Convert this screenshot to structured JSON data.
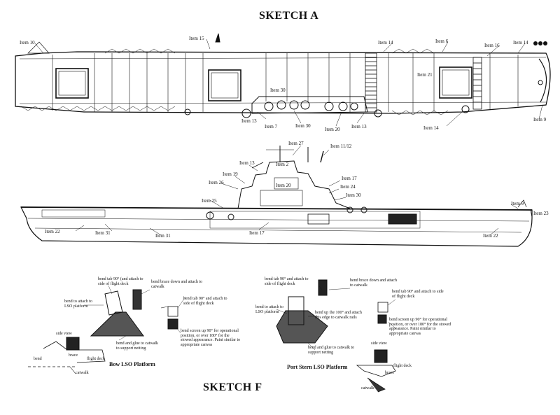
{
  "titles": {
    "top": "SKETCH A",
    "bottom": "SKETCH F"
  },
  "plan_labels": {
    "item10": "Item 10",
    "item15": "Item 15",
    "item14a": "Item 14",
    "item6": "Item 6",
    "item16": "Item 16",
    "item14b": "Item 14",
    "item21": "Item 21",
    "item30a": "Item 30",
    "item13a": "Item 13",
    "item7": "Item 7",
    "item30b": "Item 30",
    "item20": "Item 20",
    "item13b": "Item 13",
    "item14c": "Item 14",
    "item9": "Item 9"
  },
  "profile_labels": {
    "item27": "Item 27",
    "item1112": "Item 11/12",
    "item13": "Item 13",
    "item2": "Item 2",
    "item19": "Item 19",
    "item17": "Item 17",
    "item26": "Item 26",
    "item20": "Item 20",
    "item24": "Item 24",
    "item30": "Item 30",
    "item25": "Item 25",
    "item9": "Item 9",
    "item23": "Item 23",
    "item22a": "Item 22",
    "item31a": "Item 31",
    "item31b": "Item 31",
    "item17b": "Item 17",
    "item22b": "Item 22"
  },
  "bow_lso": {
    "caption": "Bow LSO Platform",
    "notes": {
      "n1": "bend tab 90° (and attach to side of flight deck",
      "n2": "bend brace down and attach to catwalk",
      "n3": "bend to attach to LSO platform",
      "n4": "bend tab 90° and attach to side of flight deck",
      "n5": "bend screen up 90° for operational position, or over 180° for the stowed appearance. Paint similar to appropriate canvas",
      "n6": "bend and glue to catwalk to support netting"
    },
    "side_view": "side view",
    "bend": "bend",
    "brace": "brace",
    "flight_deck": "flight deck",
    "catwalk": "catwalk"
  },
  "stern_lso": {
    "caption": "Port Stern LSO Platform",
    "notes": {
      "n1": "bend tab 90° and attach to side of flight deck",
      "n2": "bend brace down and attach to catwalk",
      "n3": "bend to attach to LSO platform",
      "n4": "bend tab 90° and attach to side of flight deck",
      "n5": "bend up the 100° and attach this edge to catwalk rails",
      "n6": "bend screen up 90° for operational position, or over 180° for the stowed appearance. Paint similar to appropriate canvas",
      "n7": "bend and glue to catwalk to support netting"
    },
    "side_view": "side view",
    "flight_deck": "flight deck",
    "brace": "brace",
    "catwalk": "catwalk"
  }
}
